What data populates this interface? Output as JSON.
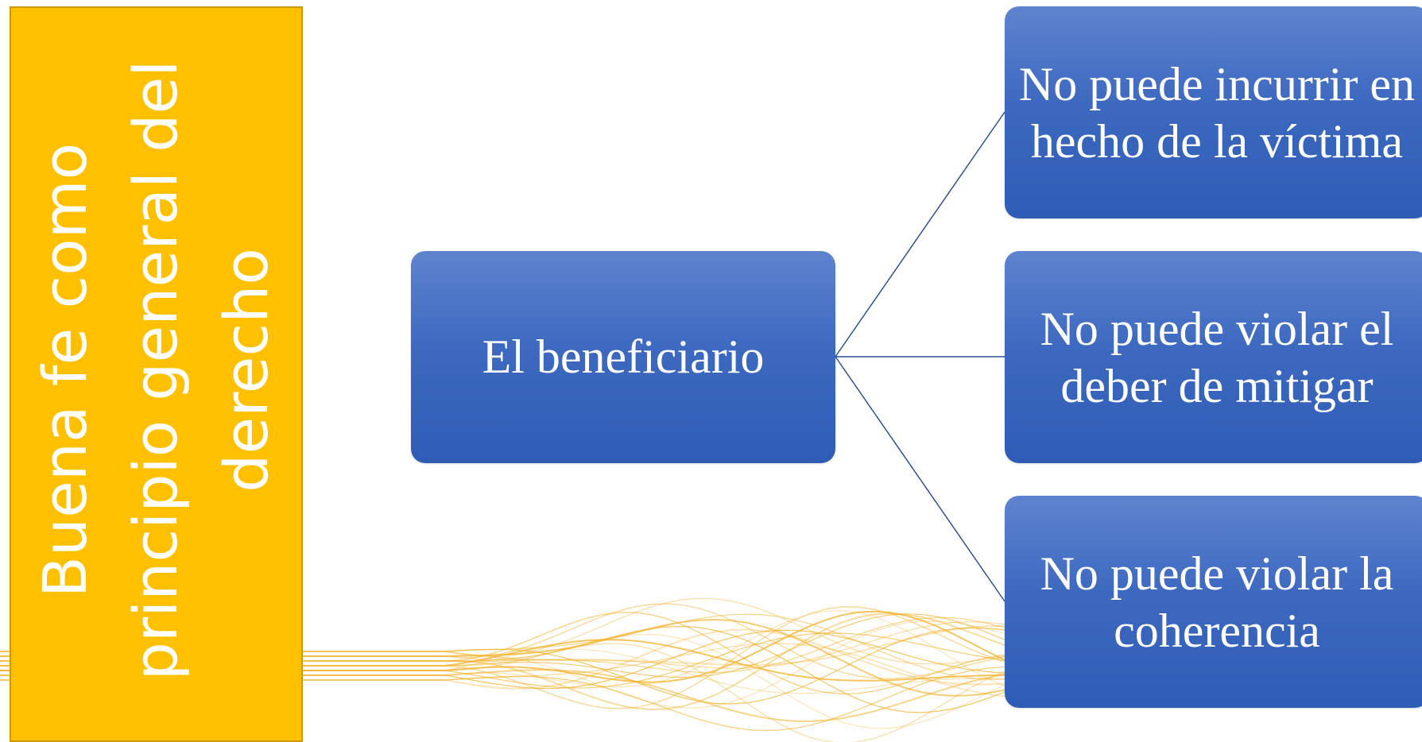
{
  "side_title": "Buena fe como principio general del derecho",
  "center_node": "El beneficiario",
  "branches": [
    "No puede incurrir en hecho de la víctima",
    "No puede violar el deber de mitigar",
    "No puede violar la coherencia"
  ],
  "colors": {
    "side_bar_fill": "#ffc000",
    "node_fill": "#3d69c0",
    "connector": "#2f4f8f",
    "wave": "#f4b12a"
  }
}
